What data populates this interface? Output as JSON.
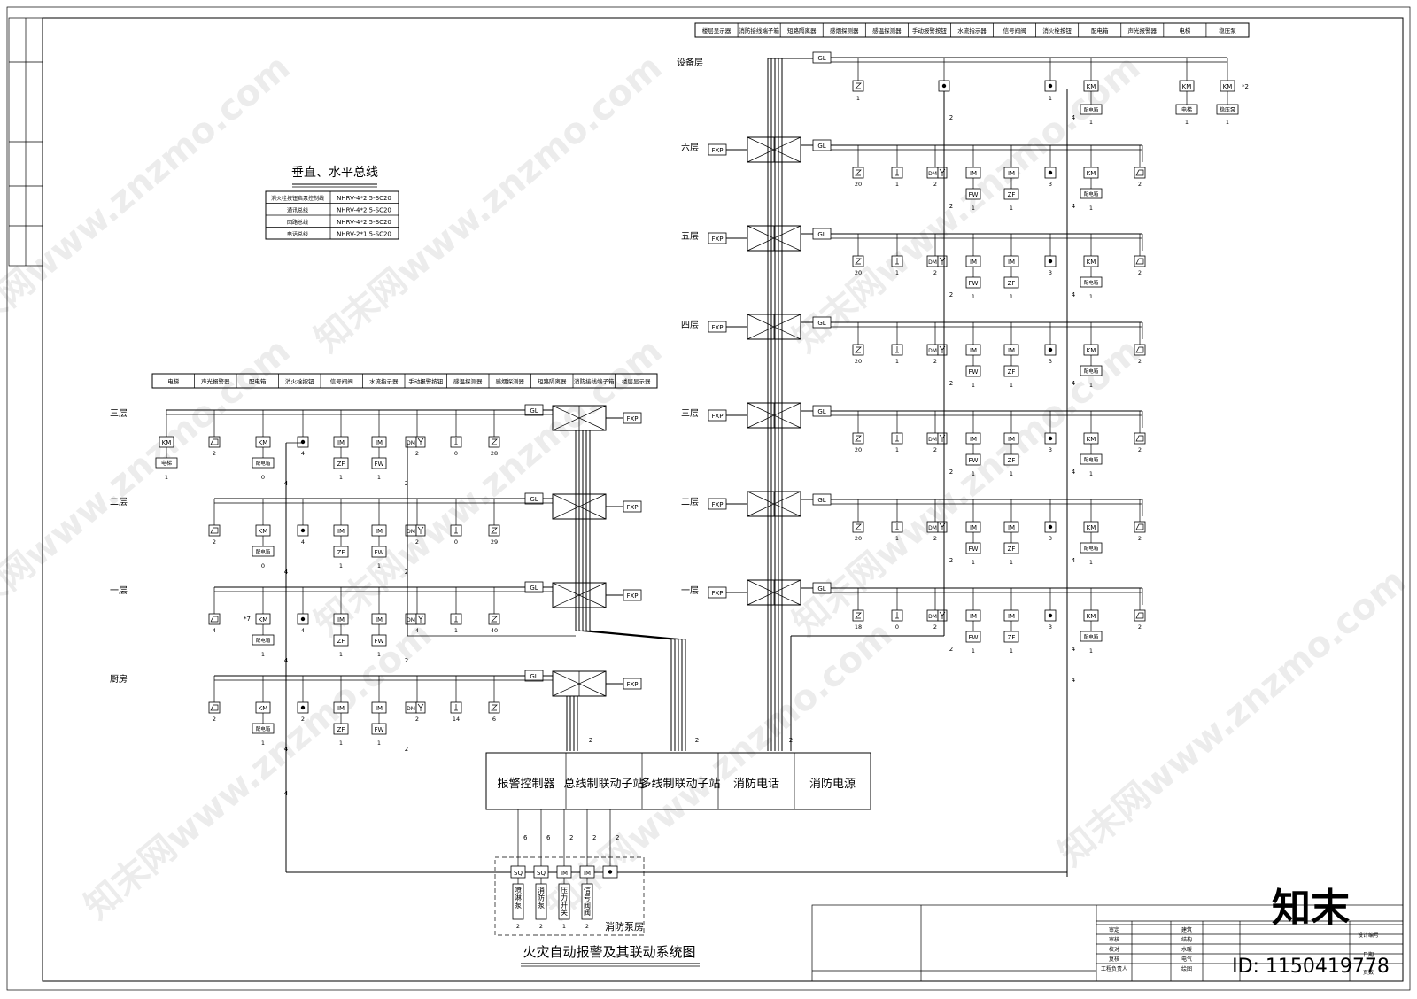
{
  "title": "火灾自动报警及其联动系统图",
  "bus_table": {
    "title": "垂直、水平总线",
    "rows": [
      {
        "name": "消火栓按钮启泵控制线",
        "spec": "NHRV-4*2.5-SC20"
      },
      {
        "name": "通讯总线",
        "spec": "NHRV-4*2.5-SC20"
      },
      {
        "name": "回路总线",
        "spec": "NHRV-4*2.5-SC20"
      },
      {
        "name": "电话总线",
        "spec": "NHRV-2*1.5-SC20"
      }
    ]
  },
  "header_right": [
    "楼层显示器",
    "消防接线端子箱",
    "短路隔离器",
    "感烟探测器",
    "感温探测器",
    "手动报警按钮",
    "水流指示器",
    "信号阀阀",
    "消火栓按钮",
    "配电箱",
    "声光报警器",
    "电梯",
    "稳压泵"
  ],
  "header_left": [
    "电梯",
    "声光报警器",
    "配电箱",
    "消火栓按钮",
    "信号阀阀",
    "水流指示器",
    "手动报警按钮",
    "感温探测器",
    "感烟探测器",
    "短路隔离器",
    "消防接线端子箱",
    "楼层显示器"
  ],
  "floors_right": [
    {
      "label": "六层",
      "counts": [
        "20",
        "1",
        "2",
        "1",
        "1",
        "3",
        "1",
        "2"
      ]
    },
    {
      "label": "五层",
      "counts": [
        "20",
        "1",
        "2",
        "1",
        "1",
        "3",
        "1",
        "2"
      ]
    },
    {
      "label": "四层",
      "counts": [
        "20",
        "1",
        "2",
        "1",
        "1",
        "3",
        "1",
        "2"
      ]
    },
    {
      "label": "三层",
      "counts": [
        "20",
        "1",
        "2",
        "1",
        "1",
        "3",
        "1",
        "2"
      ]
    },
    {
      "label": "二层",
      "counts": [
        "20",
        "1",
        "2",
        "1",
        "1",
        "3",
        "1",
        "2"
      ]
    },
    {
      "label": "一层",
      "counts": [
        "18",
        "0",
        "2",
        "1",
        "1",
        "3",
        "1",
        "2"
      ]
    }
  ],
  "equipment_floor": {
    "label": "设备层",
    "s_count": "1",
    "pump_count": "1",
    "elevator": "电梯",
    "booster": "稳压泵",
    "cabinet": "配电箱",
    "km_multiplier": "*2"
  },
  "floors_left": [
    {
      "label": "三层",
      "counts": [
        "1",
        "2",
        "4",
        "1",
        "1",
        "2",
        "0",
        "28"
      ],
      "km_first": true
    },
    {
      "label": "二层",
      "counts": [
        "2",
        "0",
        "4",
        "1",
        "1",
        "2",
        "0",
        "29"
      ]
    },
    {
      "label": "一层",
      "counts": [
        "4",
        "1",
        "4",
        "1",
        "1",
        "4",
        "1",
        "40"
      ],
      "km_multiplier": "*7"
    },
    {
      "label": "厨房",
      "counts": [
        "2",
        "1",
        "2",
        "1",
        "1",
        "2",
        "14",
        "6"
      ]
    }
  ],
  "control_cabinet": [
    "报警控制器",
    "总线制联动子站",
    "多线制联动子站",
    "消防电话",
    "消防电源"
  ],
  "pump_room": {
    "label": "消防泵房",
    "items": [
      {
        "sym": "SQ",
        "name": "喷淋泵",
        "count": "2",
        "wire": "6"
      },
      {
        "sym": "SQ",
        "name": "消防泵",
        "count": "2",
        "wire": "6"
      },
      {
        "sym": "IM",
        "name": "压力开关",
        "count": "1",
        "wire": "2"
      },
      {
        "sym": "IM",
        "name": "信号阀阀",
        "count": "2",
        "wire": "2"
      }
    ]
  },
  "labels": {
    "gl": "GL",
    "fxp": "FXP",
    "km": "KM",
    "im": "IM",
    "zf": "ZF",
    "fw": "FW",
    "dm": "DM",
    "s": "S",
    "cabinet": "配电箱",
    "wire2": "2",
    "wire4": "4"
  },
  "title_block": {
    "rows": [
      "审定",
      "审核",
      "校对",
      "复核",
      "工程负责人"
    ],
    "disciplines": [
      "建筑",
      "结构",
      "水暖",
      "电气",
      "绘图"
    ],
    "design_no": "设计编号",
    "date": "日期",
    "page": "页数"
  },
  "watermarks": [
    "知末网www.znzmo.com",
    "知末"
  ],
  "id_stamp": "ID: 1150419778"
}
